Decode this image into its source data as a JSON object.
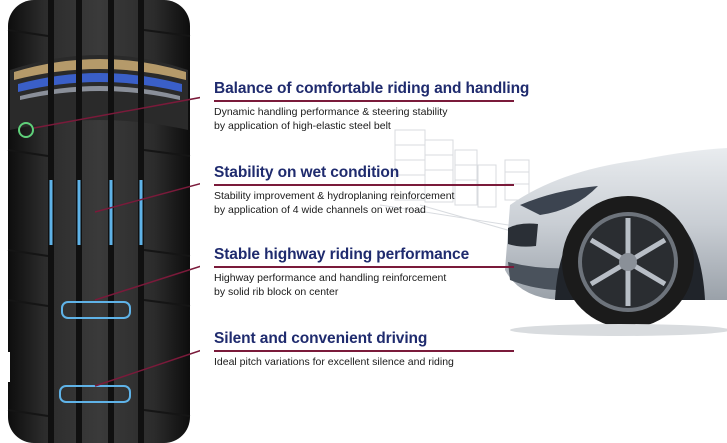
{
  "features": [
    {
      "title": "Balance of comfortable riding and handling",
      "desc1": "Dynamic handling performance & steering stability",
      "desc2": "by application of high-elastic steel belt"
    },
    {
      "title": "Stability on wet condition",
      "desc1": "Stability improvement & hydroplaning reinforcement",
      "desc2": "by application of 4 wide channels on wet road"
    },
    {
      "title": "Stable highway riding performance",
      "desc1": "Highway performance and handling reinforcement",
      "desc2": "by solid rib block on center"
    },
    {
      "title": "Silent and convenient driving",
      "desc1": "Ideal pitch variations for excellent silence and riding"
    }
  ],
  "colors": {
    "title": "#1f2b6e",
    "rule": "#7a1a3a",
    "tire": "#1e1e1e",
    "channel": "#5fb3e8",
    "belt": "#3a5fc8"
  },
  "icons": [
    "tire-tread-illustration",
    "car-front-illustration",
    "city-skyline-sketch"
  ]
}
